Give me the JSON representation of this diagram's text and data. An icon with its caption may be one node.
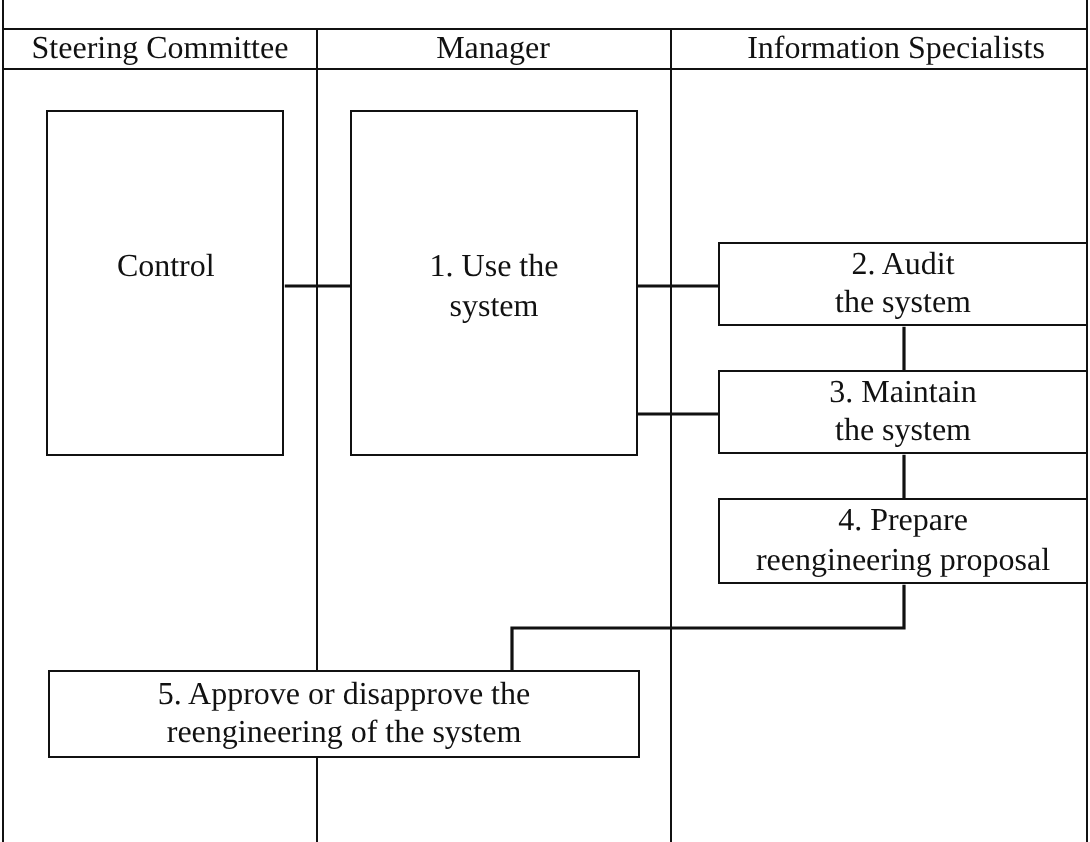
{
  "diagram": {
    "nodes": [
      {
        "text": [
          "Steering Committee"
        ]
      },
      {
        "text": [
          "Manager"
        ]
      },
      {
        "text": [
          "Information Specialists"
        ]
      },
      {
        "text": [
          "Control"
        ],
        "in": 0
      },
      {
        "text": [
          "1. Use the system"
        ],
        "in": 1
      },
      {
        "text": [
          "2. Audit the system"
        ],
        "in": 2
      },
      {
        "text": [
          "3. Maintain the system"
        ],
        "in": 2
      },
      {
        "text": [
          "4. Prepare reengineering proposal"
        ],
        "in": 2
      },
      {
        "text": [
          "5. Approve or disapprove the reengineering of the system"
        ]
      }
    ],
    "edges": [
      {
        "from": 3,
        "to": 4,
        "arrow": "none"
      },
      {
        "from": 4,
        "to": 5,
        "arrow": "none"
      },
      {
        "from": 4,
        "to": 6,
        "arrow": "none"
      },
      {
        "from": 5,
        "to": 6,
        "arrow": "none"
      },
      {
        "from": 6,
        "to": 7,
        "arrow": "none"
      },
      {
        "from": 7,
        "to": 8,
        "arrow": "none"
      }
    ]
  }
}
